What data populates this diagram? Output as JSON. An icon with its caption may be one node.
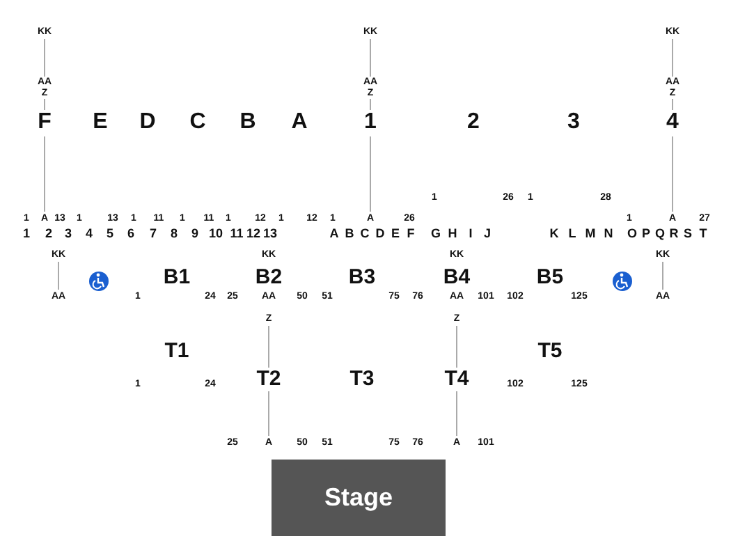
{
  "diagram": {
    "nodes": [
      {
        "text": [
          "Stage"
        ]
      }
    ],
    "edges": [],
    "labels": [
      "KK",
      "KK",
      "KK",
      "AA",
      "AA",
      "AA",
      "Z",
      "Z",
      "Z",
      "F",
      "E",
      "D",
      "C",
      "B",
      "A",
      "1",
      "2",
      "3",
      "4",
      "1",
      "26",
      "1",
      "28",
      "1",
      "A",
      "13",
      "1",
      "13",
      "1",
      "11",
      "1",
      "11",
      "1",
      "12",
      "1",
      "12",
      "1",
      "A",
      "26",
      "1",
      "A",
      "27",
      "1",
      "2",
      "3",
      "4",
      "5",
      "6",
      "7",
      "8",
      "9",
      "10",
      "11",
      "12",
      "13",
      "A",
      "B",
      "C",
      "D",
      "E",
      "F",
      "G",
      "H",
      "I",
      "J",
      "K",
      "L",
      "M",
      "N",
      "O",
      "P",
      "Q",
      "R",
      "S",
      "T",
      "KK",
      "KK",
      "KK",
      "KK",
      "B1",
      "B2",
      "B3",
      "B4",
      "B5",
      "AA",
      "1",
      "24",
      "25",
      "AA",
      "50",
      "51",
      "75",
      "76",
      "AA",
      "101",
      "102",
      "125",
      "AA",
      "Z",
      "Z",
      "T1",
      "T5",
      "T2",
      "T3",
      "T4",
      "1",
      "24",
      "102",
      "125",
      "25",
      "A",
      "50",
      "51",
      "75",
      "76",
      "A",
      "101"
    ]
  }
}
